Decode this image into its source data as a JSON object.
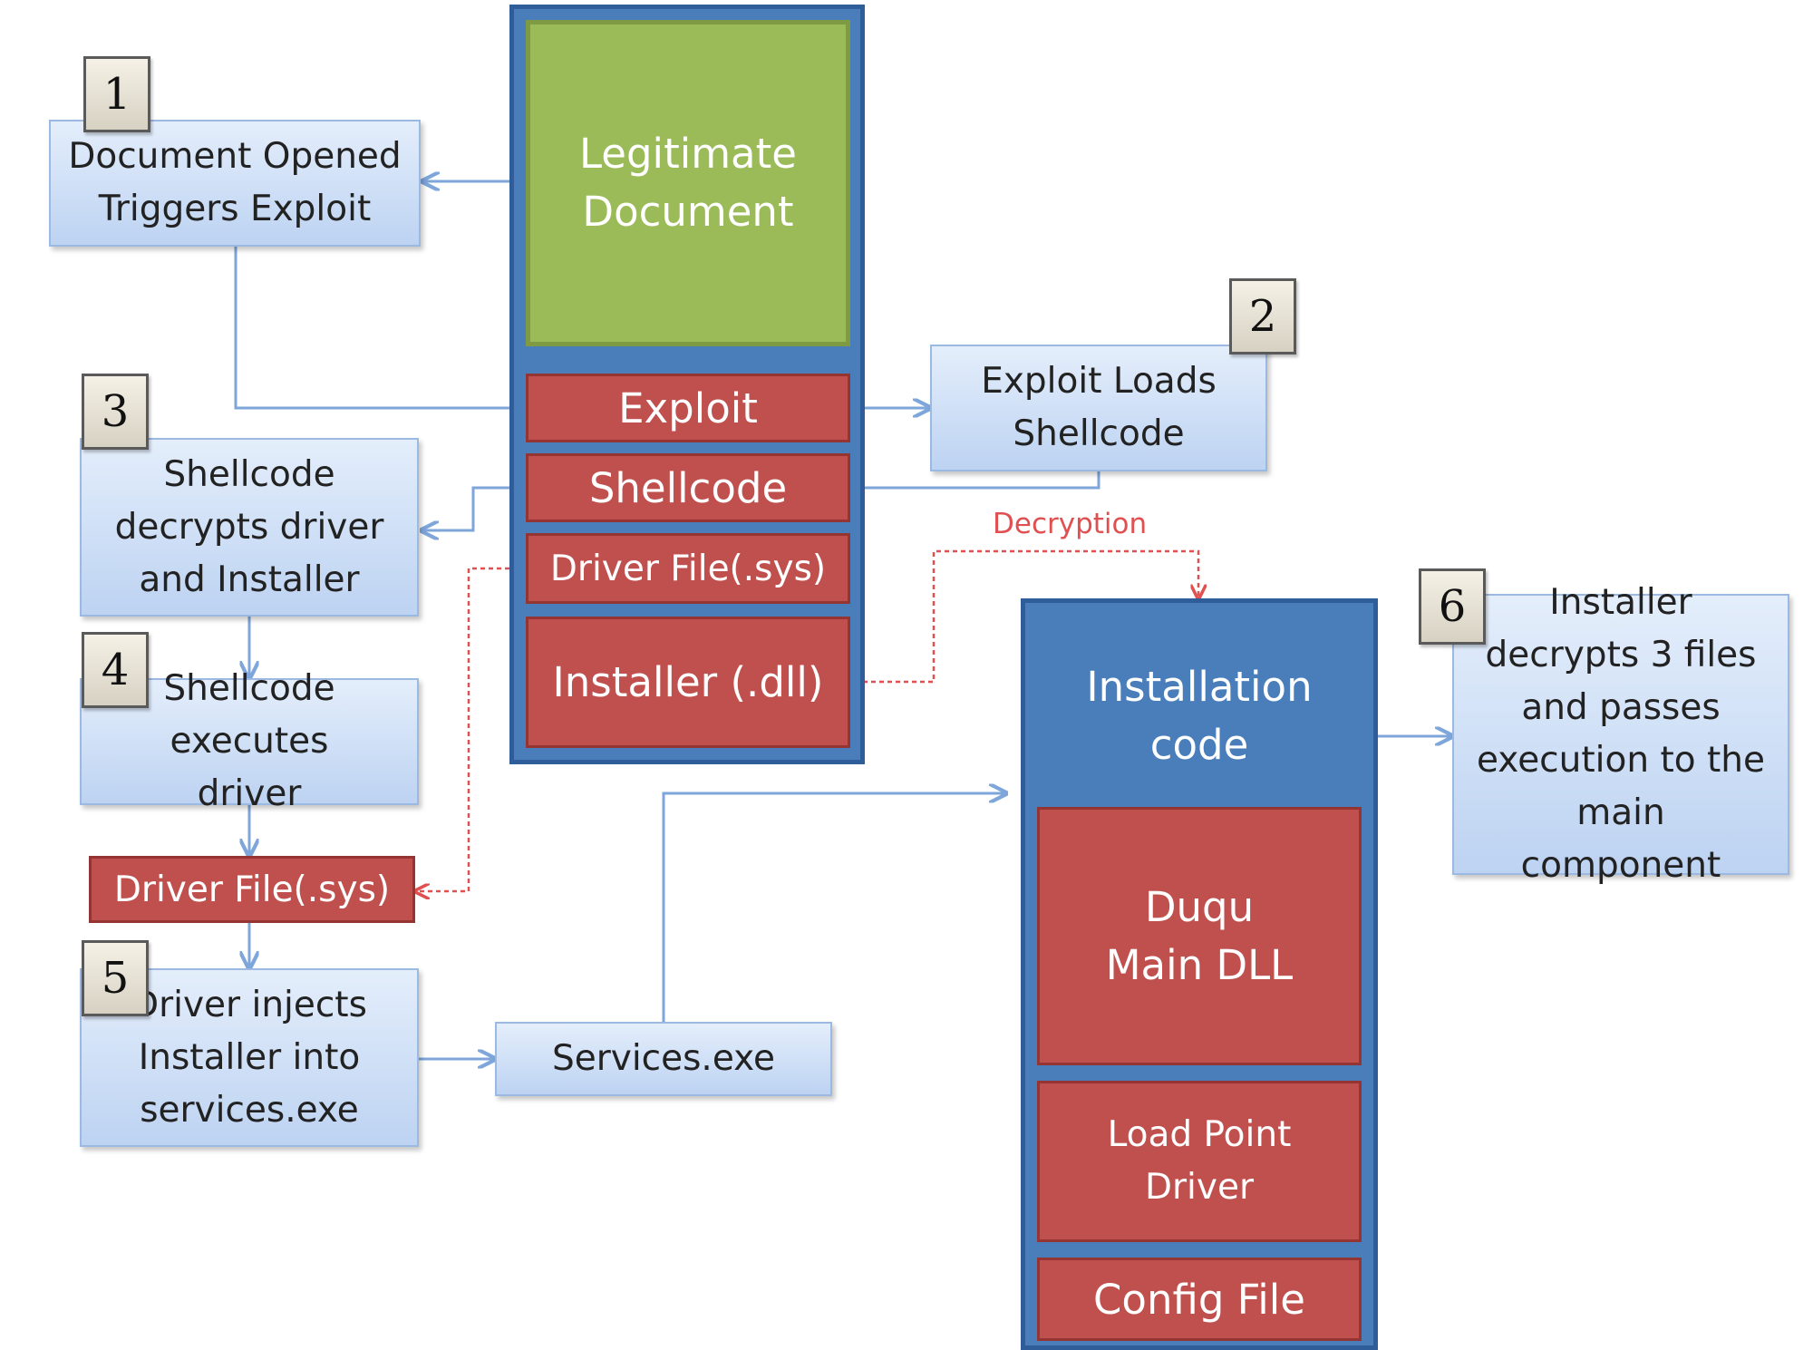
{
  "colors": {
    "step_fill_top": "#e4eefb",
    "step_fill_bottom": "#bdd3f2",
    "red_block": "#c0504d",
    "blue_container": "#4a7ebb",
    "green_block": "#9bbb59",
    "arrow_blue": "#7ea6da",
    "arrow_red": "#e05050"
  },
  "document_container": {
    "legitimate_document": "Legitimate Document",
    "exploit": "Exploit",
    "shellcode": "Shellcode",
    "driver_file": "Driver File(.sys)",
    "installer": "Installer (.dll)"
  },
  "steps": {
    "step1": {
      "number": "1",
      "text": "Document Opened Triggers Exploit"
    },
    "step2": {
      "number": "2",
      "text": "Exploit Loads Shellcode"
    },
    "step3": {
      "number": "3",
      "text": "Shellcode decrypts driver and Installer"
    },
    "step4": {
      "number": "4",
      "text": "Shellcode executes driver"
    },
    "step5": {
      "number": "5",
      "text": "Driver injects Installer into services.exe"
    },
    "step6": {
      "number": "6",
      "text": "Installer decrypts 3 files and passes execution to the main component"
    }
  },
  "driver_file_block": "Driver File(.sys)",
  "services_box": "Services.exe",
  "decryption_label": "Decryption",
  "installation_container": {
    "title": "Installation code",
    "main_dll": "Duqu Main DLL",
    "load_point": "Load Point Driver",
    "config_file": "Config File"
  }
}
